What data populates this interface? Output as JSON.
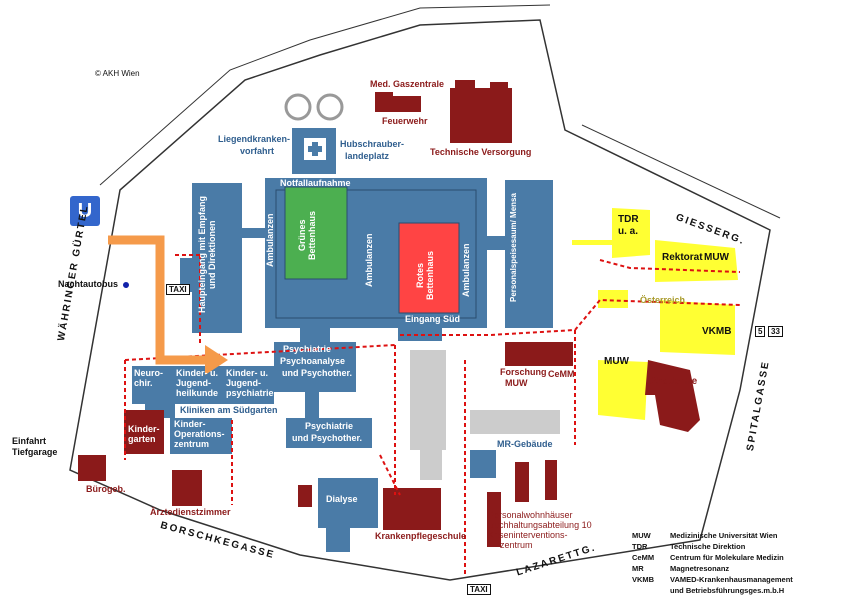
{
  "copyright": "© AKH Wien",
  "ubahn": "U",
  "labels": {
    "med_gaszentrale": "Med. Gaszentrale",
    "feuerwehr": "Feuerwehr",
    "technische_versorgung": "Technische Versorgung",
    "liegendkranken": "Liegendkranken-",
    "vorfahrt": "vorfahrt",
    "hubschrauber": "Hubschrauber-",
    "landeplatz": "landeplatz",
    "notfallaufnahme": "Notfallaufnahme",
    "gruenes_bettenhaus": "Grünes Bettenhaus",
    "rotes_bettenhaus": "Rotes Bettenhaus",
    "ambulanzen": "Ambulanzen",
    "haupteingang": "Haupteingang mit Empfang und Direktionen",
    "personal": "Personalspeisesaum/ Mensa",
    "eingang_sued": "Eingang Süd",
    "nachtautobus": "Nachtautobus",
    "neurochir": "Neuro- chir.",
    "kinder_jugendheilkunde": "Kinder- u. Jugend- heilkunde",
    "kinder_jugendpsychiatrie": "Kinder- u. Jugend- psychiatrie",
    "psychiatrie": "Psychiatrie",
    "psychoanalyse": "Psychoanalyse",
    "und_psychother": "und Psychother.",
    "kliniken_suedgarten": "Kliniken am Südgarten",
    "kindergarten": "Kinder- garten",
    "kinder_op": "Kinder- Operations- zentrum",
    "psychiatrie2": "Psychiatrie",
    "und_psychother2": "und Psychother.",
    "forschung": "Forschung",
    "muw": "MUW",
    "cemm": "CeMM",
    "mr_gebaeude": "MR-Gebäude",
    "dialyse": "Dialyse",
    "krankenpflegeschule": "Krankenpflegeschule",
    "personalwohnhaeuser": "Personalwohnhäuser",
    "buchhaltung": "Buchhaltungsabteilung 10",
    "krisen": "Kriseninterventions-",
    "zentrum": "zentrum",
    "tdr": "TDR",
    "ua": "u. a.",
    "rektorat": "Rektorat",
    "muw_rek": "MUW",
    "oesterreich": "Österreich",
    "vkmb": "VKMB",
    "muw_y": "MUW",
    "akademie": "Akademie",
    "einfahrt": "Einfahrt",
    "tiefgarage": "Tiefgarage",
    "buerogeb": "Bürogeb.",
    "aerztedienstzimmer": "Ärztedienstzimmer",
    "taxi1": "TAXI",
    "taxi2": "TAXI",
    "bus_line": "5",
    "bus_line2": "33"
  },
  "streets": {
    "waehringer": "WÄHRINGER GÜRTEL",
    "borschkegasse": "BORSCHKEGASSE",
    "lazarettg": "LAZARETTG.",
    "spitalgasse": "SPITALGASSE",
    "giesserg": "GIESSERG."
  },
  "legend": [
    {
      "abbr": "MUW",
      "text": "Medizinische Universität Wien"
    },
    {
      "abbr": "TDR",
      "text": "Technische Direktion"
    },
    {
      "abbr": "CeMM",
      "text": "Centrum für Molekulare Medizin"
    },
    {
      "abbr": "MR",
      "text": "Magnetresonanz"
    },
    {
      "abbr": "VKMB",
      "text": "VAMED-Krankenhausmanagement"
    },
    {
      "abbr": "",
      "text": "und Betriebsführungsges.m.b.H"
    }
  ],
  "colors": {
    "blue_building": "#4a7ba7",
    "dark_red_building": "#8b1a1a",
    "yellow_building": "#ffff33",
    "green_building": "#4caf50",
    "red_building": "#ff4444",
    "gray_building": "#cccccc",
    "route_dotted": "#dd1111",
    "arrow": "#f59a4a"
  }
}
